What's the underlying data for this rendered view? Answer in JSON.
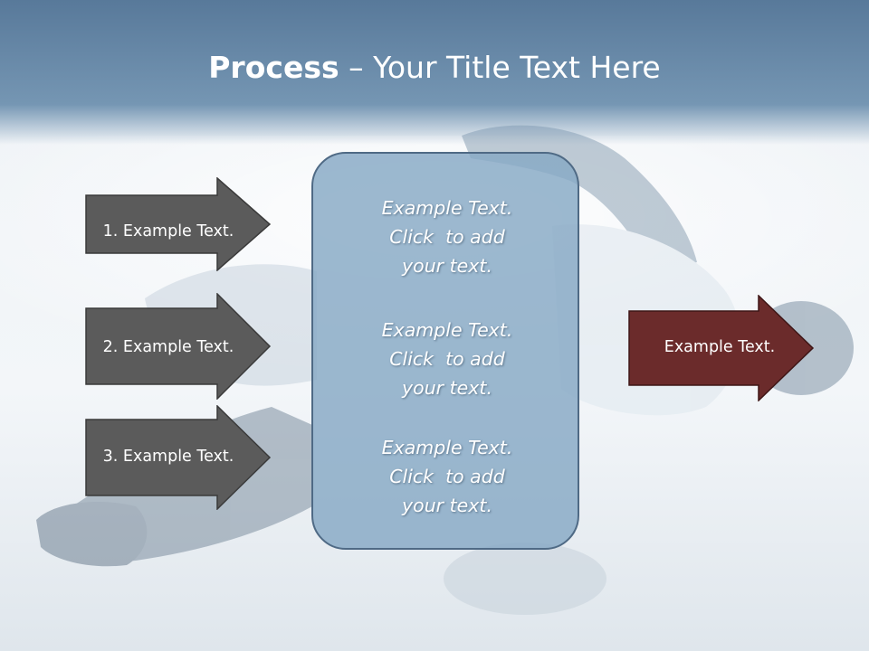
{
  "title": {
    "bold": "Process",
    "rest": " – Your Title Text Here"
  },
  "left_arrows": [
    {
      "label": "1. Example Text."
    },
    {
      "label": "2. Example Text."
    },
    {
      "label": "3. Example Text."
    }
  ],
  "center_panel": {
    "blocks": [
      {
        "line1": "Example Text.",
        "line2": "Click  to add",
        "line3": "your text."
      },
      {
        "line1": "Example Text.",
        "line2": "Click  to add",
        "line3": "your text."
      },
      {
        "line1": "Example Text.",
        "line2": "Click  to add",
        "line3": "your text."
      }
    ]
  },
  "right_arrow": {
    "label": "Example Text."
  },
  "colors": {
    "header": "#6e8fac",
    "left_arrow_fill": "#5b5b5b",
    "right_arrow_fill": "#6b2b2b",
    "panel_fill": "#86a8c4",
    "panel_border": "#4f6a85"
  }
}
